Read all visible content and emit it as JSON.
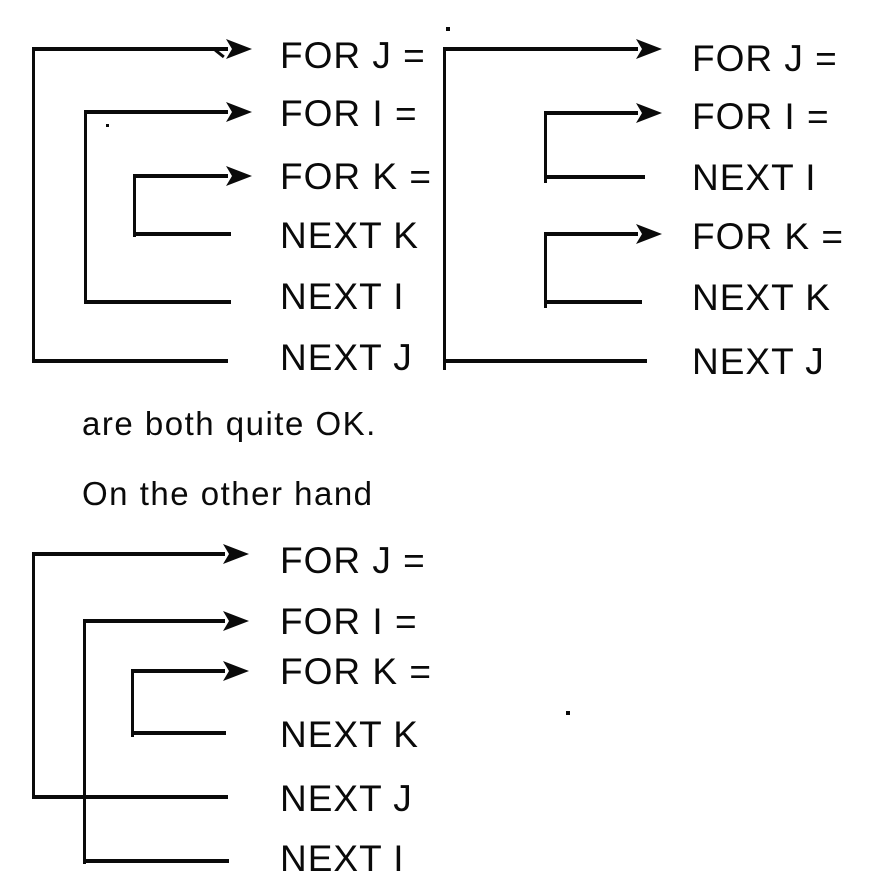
{
  "colors": {
    "paper": "#ffffff",
    "ink": "#0a0a0a"
  },
  "diagrams": [
    {
      "rows": [
        "FOR J =",
        "FOR I =",
        "FOR K =",
        "NEXT K",
        "NEXT I",
        "NEXT J"
      ]
    },
    {
      "rows": [
        "FOR J =",
        "FOR I =",
        "NEXT I",
        "FOR K =",
        "NEXT K",
        "NEXT J"
      ]
    },
    {
      "rows": [
        "FOR J =",
        "FOR I =",
        "FOR K =",
        "NEXT K",
        "NEXT J",
        "NEXT I"
      ]
    }
  ],
  "captions": {
    "both_ok": "are both quite OK.",
    "other_hand": "On the other hand"
  },
  "icons": {
    "arrowhead": "right-arrowhead"
  }
}
